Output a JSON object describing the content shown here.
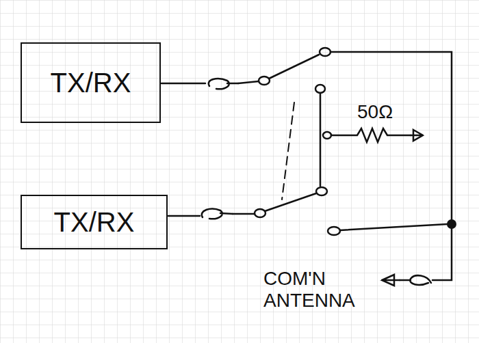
{
  "diagram": {
    "nodes": [
      {
        "text": [
          "TX/RX"
        ]
      },
      {
        "text": [
          "TX/RX"
        ]
      }
    ],
    "labels": [
      "50Ω",
      "COM'N ANTENNA"
    ]
  }
}
